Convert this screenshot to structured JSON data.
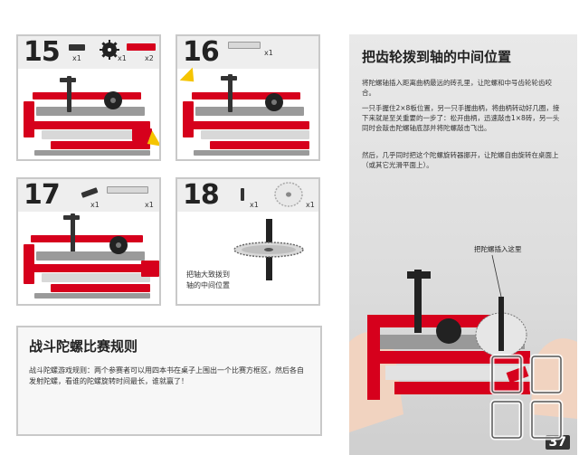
{
  "steps": [
    {
      "number": "15",
      "parts": [
        "x1",
        "x1",
        "x2"
      ]
    },
    {
      "number": "16",
      "parts": [
        "x1"
      ]
    },
    {
      "number": "17",
      "parts": [
        "x1",
        "x1"
      ]
    },
    {
      "number": "18",
      "parts": [
        "x1",
        "x1"
      ],
      "caption_line1": "把轴大致拨到",
      "caption_line2": "轴的中间位置"
    }
  ],
  "rules": {
    "title": "战斗陀螺比赛规则",
    "body": "战斗陀螺游戏规则：两个参赛者可以用四本书在桌子上围出一个比赛方框区，然后各自发射陀螺，看谁的陀螺旋转时间最长，谁就赢了！"
  },
  "panel": {
    "title": "把齿轮拨到轴的中间位置",
    "para1": "将陀螺轴插入距离曲柄最远的砖孔里，让陀螺和中号齿轮轮齿咬合。",
    "para2": "一只手握住2×8板位置，另一只手握曲柄，将曲柄转动好几圈，接下来就是至关重要的一步了：松开曲柄，迅速敲击1×8砖，另一头同时会敲击陀螺轴底部并将陀螺敲击飞出。",
    "para3": "然后，几乎同时把这个陀螺旋转器挪开，让陀螺自由旋转在桌面上（或其它光滑平面上）。",
    "callout": "把陀螺插入这里"
  },
  "page_number": "37",
  "colors": {
    "brick_red": "#d6001c",
    "brick_gray": "#9a9a9a",
    "hint_yellow": "#f5c400"
  }
}
